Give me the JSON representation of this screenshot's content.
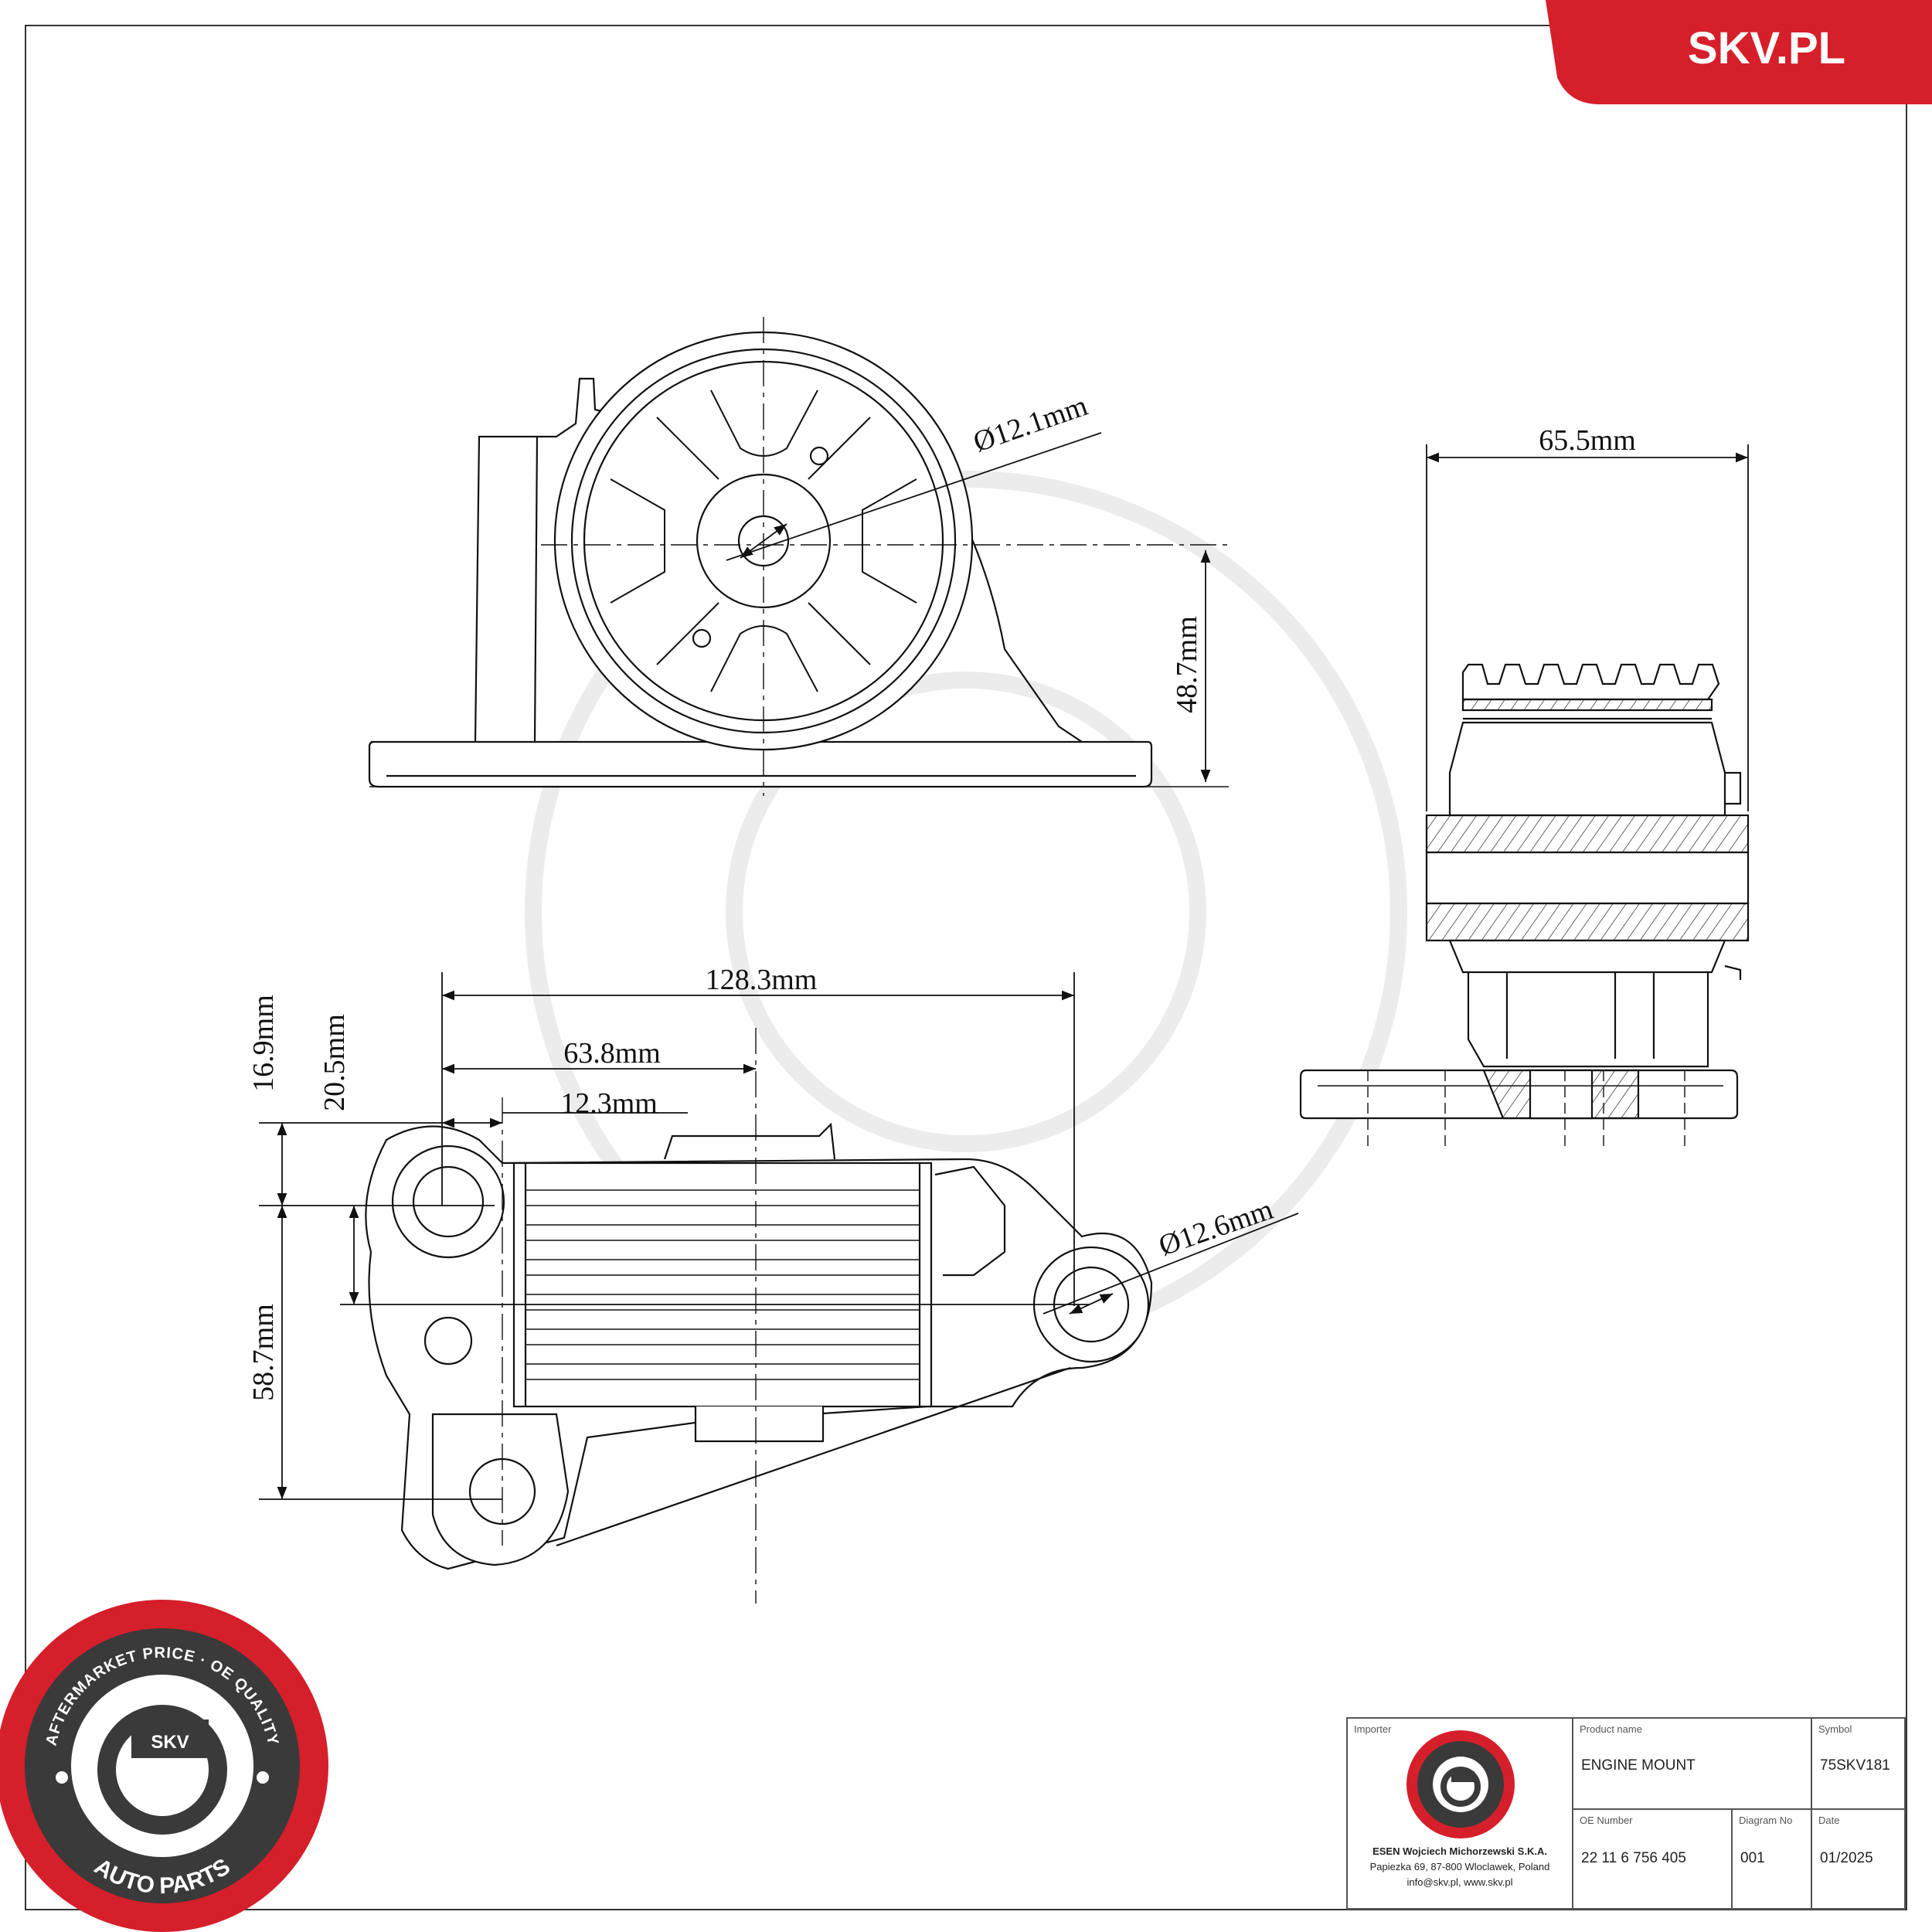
{
  "brand": {
    "website_label": "SKV.PL",
    "accent_color": "#d51f2b",
    "seal_top_text": "AFTERMARKET PRICE · OE QUALITY",
    "seal_center_text": "SKV",
    "seal_bottom_text": "AUTO PARTS"
  },
  "views": {
    "front": {
      "hole_diameter": "Ø12.1mm",
      "height": "48.7mm"
    },
    "side": {
      "width": "65.5mm"
    },
    "top": {
      "overall_length": "128.3mm",
      "center_offset": "63.8mm",
      "left_offset": "12.3mm",
      "dim_a": "16.9mm",
      "dim_b": "20.5mm",
      "dim_c": "58.7mm",
      "hole_diameter": "Ø12.6mm"
    }
  },
  "title_block": {
    "importer_label": "Importer",
    "importer_name": "ESEN Wojciech Michorzewski S.K.A.",
    "importer_address": "Papiezka 69, 87-800 Wloclawek, Poland",
    "importer_contact": "info@skv.pl, www.skv.pl",
    "product_name_label": "Product name",
    "product_name": "ENGINE MOUNT",
    "symbol_label": "Symbol",
    "symbol": "75SKV181",
    "oe_number_label": "OE Number",
    "oe_number": "22 11 6 756 405",
    "diagram_no_label": "Diagram No",
    "diagram_no": "001",
    "date_label": "Date",
    "date": "01/2025"
  }
}
